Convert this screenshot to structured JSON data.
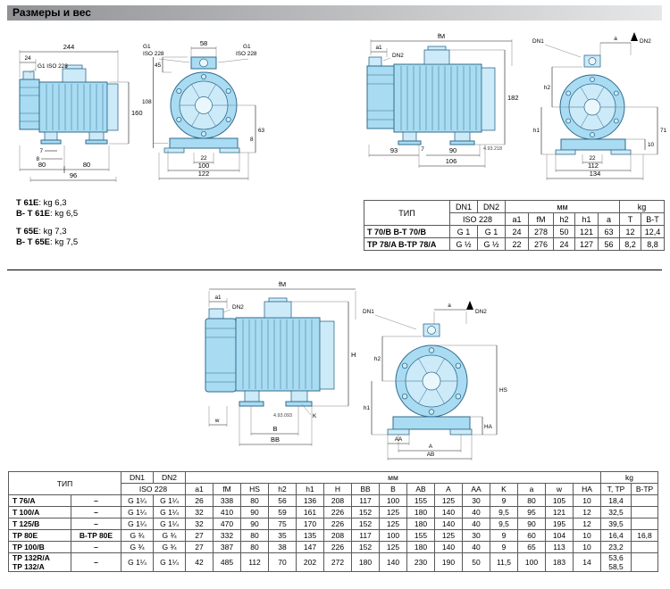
{
  "page": {
    "title": "Размеры и вес"
  },
  "weights": [
    {
      "name": "T 61E",
      "rest": ": kg 6,3"
    },
    {
      "name": "B- T 61E",
      "rest": ": kg 6,5"
    },
    {
      "name": "T 65E",
      "rest": ": kg 7,3"
    },
    {
      "name": "B- T 65E",
      "rest": ": kg 7,5"
    }
  ],
  "t1": {
    "tip": "ТИП",
    "dn1": "DN1",
    "dn2": "DN2",
    "iso": "ISO 228",
    "mm": "мм",
    "kg": "kg",
    "mmh": [
      "a1",
      "fM",
      "h2",
      "h1",
      "a"
    ],
    "kgh": [
      "T",
      "B-T"
    ],
    "rows": [
      {
        "tip": "T  70/B  B-T  70/B",
        "d1": "G 1",
        "d2": "G 1",
        "v": [
          "24",
          "278",
          "50",
          "121",
          "63"
        ],
        "k1": "12",
        "k2": "12,4"
      },
      {
        "tip": "TP 78/A  B-TP 78/A",
        "d1": "G ½",
        "d2": "G ½",
        "v": [
          "22",
          "276",
          "24",
          "127",
          "56"
        ],
        "k1": "8,2",
        "k2": "8,8"
      }
    ]
  },
  "t2": {
    "tip": "ТИП",
    "dn1": "DN1",
    "dn2": "DN2",
    "iso": "ISO 228",
    "mm": "мм",
    "kg": "kg",
    "mmh": [
      "a1",
      "fM",
      "HS",
      "h2",
      "h1",
      "H",
      "BB",
      "B",
      "AB",
      "A",
      "AA",
      "K",
      "a",
      "w",
      "HA"
    ],
    "kgh": [
      "T, TP",
      "B-TP"
    ],
    "rows": [
      {
        "n": "T  76/A",
        "nb": "",
        "n2": "–",
        "d1": "G 1¼",
        "d2": "G 1¼",
        "v": [
          "26",
          "338",
          "80",
          "56",
          "136",
          "208",
          "117",
          "100",
          "155",
          "125",
          "30",
          "9",
          "80",
          "105",
          "10"
        ],
        "k1": "18,4",
        "k1b": "",
        "k2": ""
      },
      {
        "n": "T  100/A",
        "nb": "",
        "n2": "–",
        "d1": "G 1¼",
        "d2": "G 1¼",
        "v": [
          "32",
          "410",
          "90",
          "59",
          "161",
          "226",
          "152",
          "125",
          "180",
          "140",
          "40",
          "9,5",
          "95",
          "121",
          "12"
        ],
        "k1": "32,5",
        "k1b": "",
        "k2": ""
      },
      {
        "n": "T  125/B",
        "nb": "",
        "n2": "–",
        "d1": "G 1¼",
        "d2": "G 1¼",
        "v": [
          "32",
          "470",
          "90",
          "75",
          "170",
          "226",
          "152",
          "125",
          "180",
          "140",
          "40",
          "9,5",
          "90",
          "195",
          "12"
        ],
        "k1": "39,5",
        "k1b": "",
        "k2": ""
      },
      {
        "n": "TP 80E",
        "nb": "",
        "n2": "B-TP 80E",
        "d1": "G ¾",
        "d2": "G ¾",
        "v": [
          "27",
          "332",
          "80",
          "35",
          "135",
          "208",
          "117",
          "100",
          "155",
          "125",
          "30",
          "9",
          "60",
          "104",
          "10"
        ],
        "k1": "16,4",
        "k1b": "",
        "k2": "16,8"
      },
      {
        "n": "TP 100/B",
        "nb": "",
        "n2": "–",
        "d1": "G ¾",
        "d2": "G ¾",
        "v": [
          "27",
          "387",
          "80",
          "38",
          "147",
          "226",
          "152",
          "125",
          "180",
          "140",
          "40",
          "9",
          "65",
          "113",
          "10"
        ],
        "k1": "23,2",
        "k1b": "",
        "k2": ""
      },
      {
        "n": "TP 132R/A",
        "nb": "TP 132/A",
        "n2": "–",
        "d1": "G 1¼",
        "d2": "G 1¼",
        "v": [
          "42",
          "485",
          "112",
          "70",
          "202",
          "272",
          "180",
          "140",
          "230",
          "190",
          "50",
          "11,5",
          "100",
          "183",
          "14"
        ],
        "k1": "53,6",
        "k1b": "58,5",
        "k2": ""
      }
    ]
  },
  "figA": {
    "dim244": "244",
    "dim24": "24",
    "port": "G1 ISO 228",
    "dim160": "160",
    "dim7": "7",
    "dim8": "8",
    "dim80a": "80",
    "dim80b": "80",
    "dim96": "96"
  },
  "figB": {
    "dim58": "58",
    "g1l": "G1",
    "isol": "ISO 228",
    "g1r": "G1",
    "isor": "ISO 228",
    "dim45": "45",
    "dim108": "108",
    "dim8": "8",
    "dim63": "63",
    "dim22": "22",
    "dim100": "100",
    "dim122": "122"
  },
  "figC": {
    "fm": "fM",
    "a1": "a1",
    "dn2": "DN2",
    "dim182": "182",
    "dim93": "93",
    "dim7": "7",
    "dim90": "90",
    "dim106": "106",
    "code": "4.93.218"
  },
  "figD": {
    "dn1": "DN1",
    "h2": "h2",
    "h1": "h1",
    "a": "a",
    "dn2": "DN2",
    "dim10": "10",
    "dim71": "71",
    "dim22": "22",
    "dim112": "112",
    "dim134": "134"
  },
  "figE": {
    "fm": "fM",
    "a1": "a1",
    "dn2": "DN2",
    "h": "H",
    "w": "w",
    "k": "K",
    "b": "B",
    "bb": "BB",
    "code": "4.93.093"
  },
  "figF": {
    "dn1": "DN1",
    "h2": "h2",
    "h1": "h1",
    "a": "a",
    "dn2": "DN2",
    "ha": "HA",
    "hs": "HS",
    "aa": "AA",
    "a2": "A",
    "ab": "AB"
  }
}
